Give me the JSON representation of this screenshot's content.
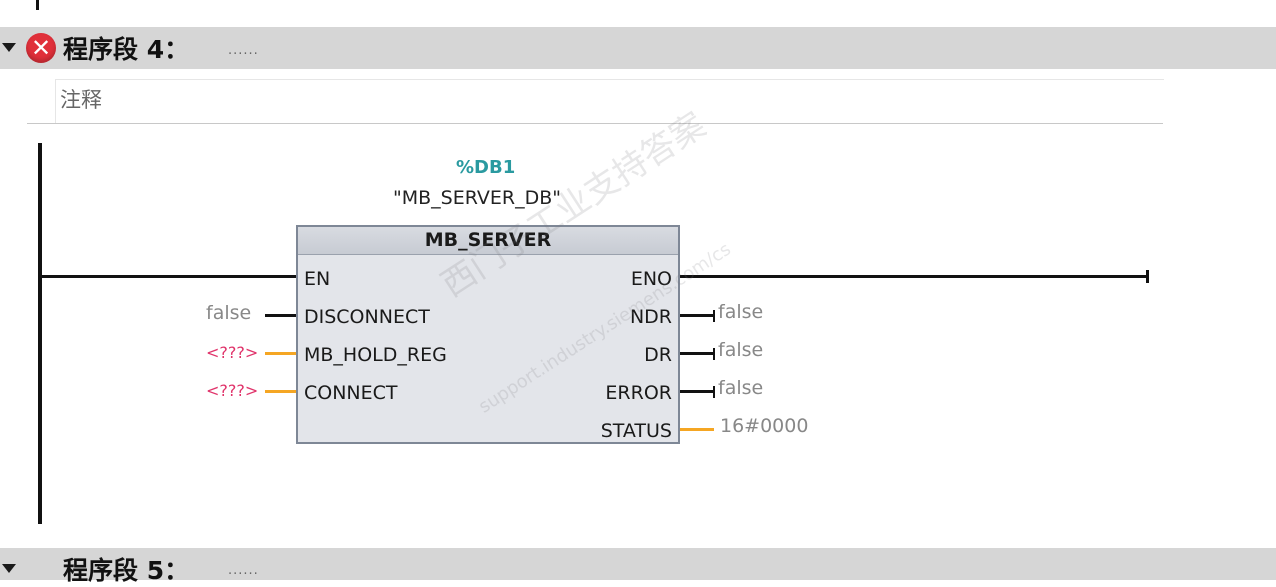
{
  "segment4": {
    "title": "程序段 4：",
    "dots": "......",
    "comment_placeholder": "注释",
    "status_icon": "error-icon"
  },
  "segment5": {
    "title": "程序段 5：",
    "dots": "......"
  },
  "block": {
    "db_address": "%DB1",
    "db_name": "\"MB_SERVER_DB\"",
    "type": "MB_SERVER",
    "inputs": [
      {
        "pin": "EN",
        "value": ""
      },
      {
        "pin": "DISCONNECT",
        "value": "false"
      },
      {
        "pin": "MB_HOLD_REG",
        "value": "<???>"
      },
      {
        "pin": "CONNECT",
        "value": "<???>"
      }
    ],
    "outputs": [
      {
        "pin": "ENO",
        "value": ""
      },
      {
        "pin": "NDR",
        "value": "false"
      },
      {
        "pin": "DR",
        "value": "false"
      },
      {
        "pin": "ERROR",
        "value": "false"
      },
      {
        "pin": "STATUS",
        "value": "16#0000"
      }
    ]
  },
  "watermark": {
    "line1": "西门子工业支持答案",
    "line2": "support.industry.siemens.com/cs"
  },
  "colors": {
    "header_bg": "#d6d6d6",
    "db_address": "#2a9aa0",
    "error_value": "#e0336a",
    "orange_wire": "#f5a623",
    "block_fill": "#e3e5ea"
  }
}
